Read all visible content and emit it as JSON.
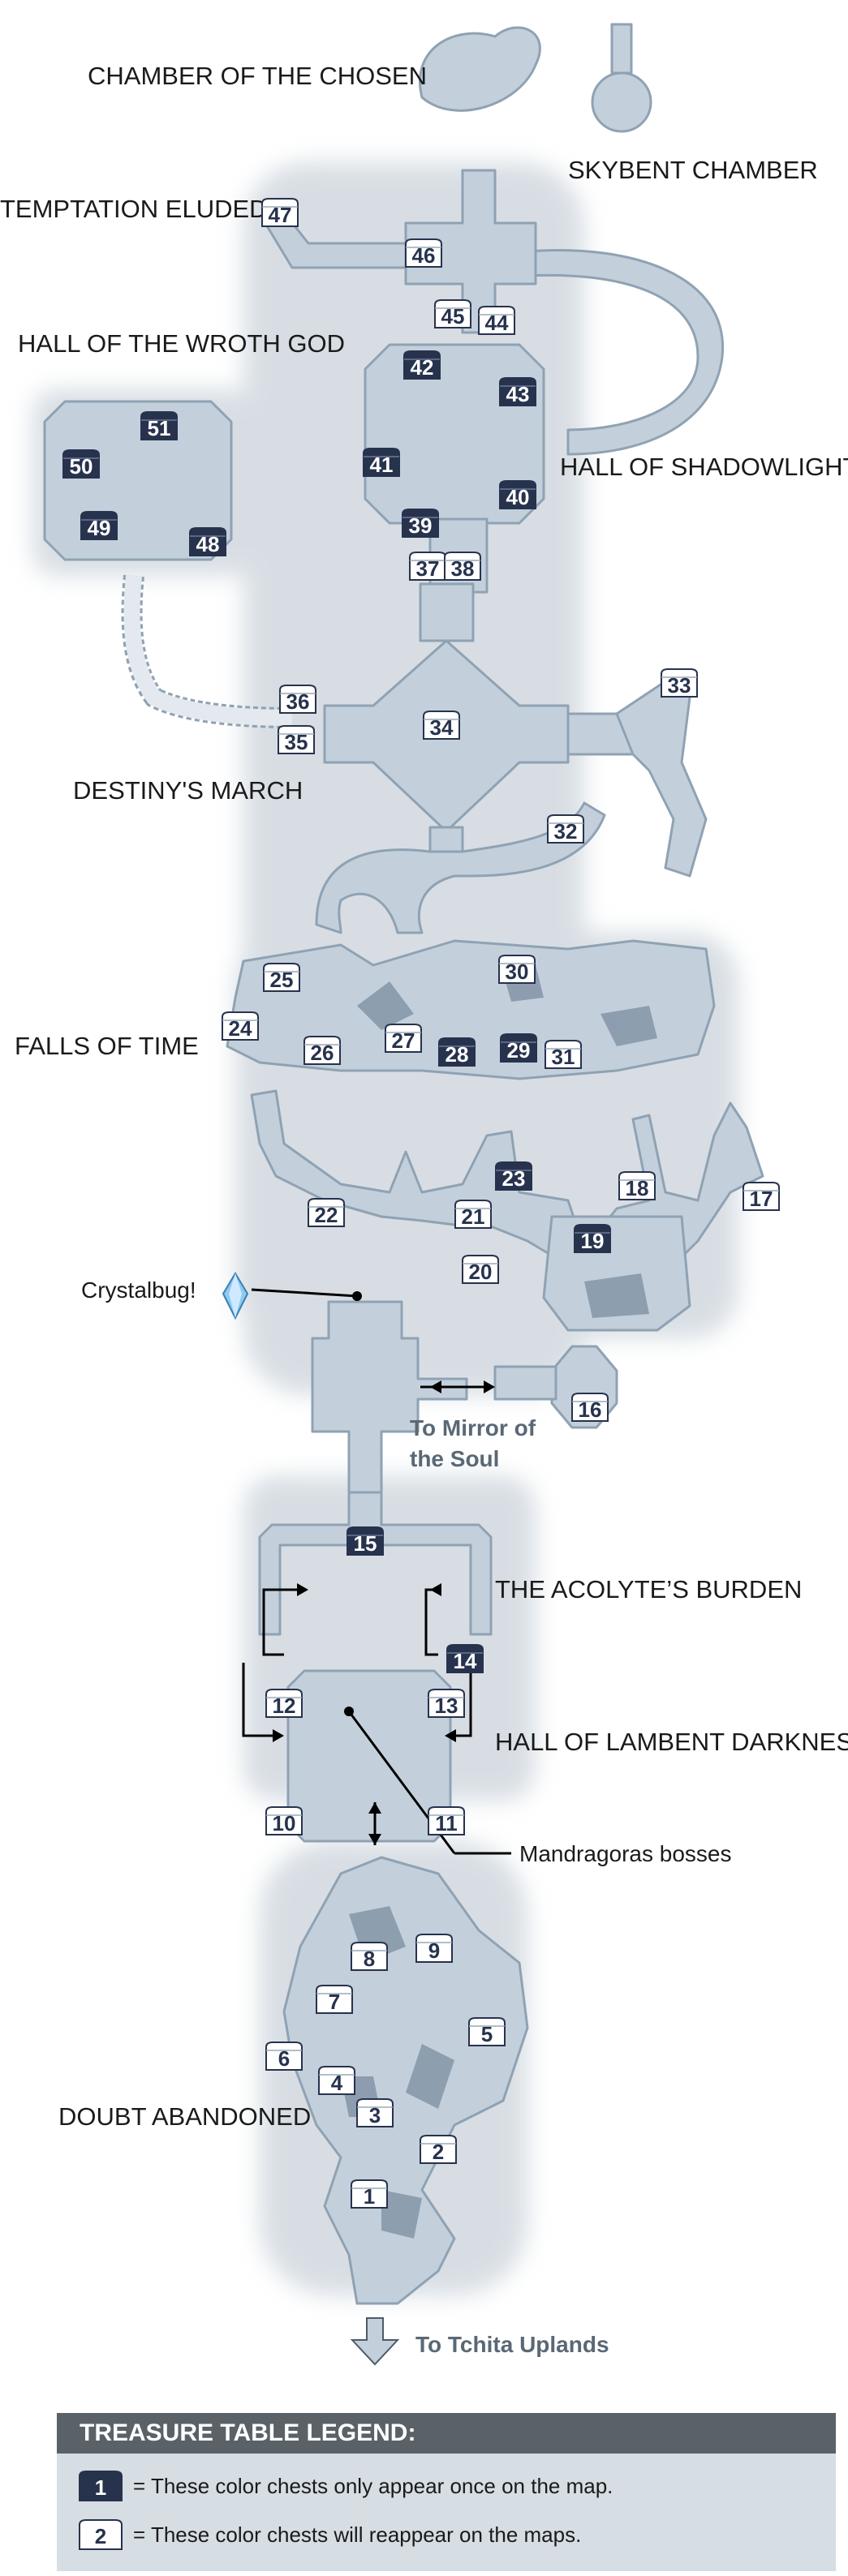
{
  "areas": {
    "chamber_chosen": "CHAMBER OF THE CHOSEN",
    "skybent": "SKYBENT CHAMBER",
    "temptation": "TEMPTATION ELUDED",
    "wroth_god": "HALL OF THE WROTH GOD",
    "shadowlight": "HALL OF SHADOWLIGHT",
    "destiny": "DESTINY'S MARCH",
    "falls": "FALLS OF TIME",
    "acolyte": "THE ACOLYTE’S BURDEN",
    "lambent": "HALL OF LAMBENT DARKNESS",
    "doubt": "DOUBT ABANDONED"
  },
  "notes": {
    "crystalbug": "Crystalbug!",
    "mirror_line1": "To Mirror of",
    "mirror_line2": "the Soul",
    "mandragoras": "Mandragoras bosses",
    "tchita": "To Tchita Uplands"
  },
  "legend": {
    "title": "TREASURE TABLE LEGEND:",
    "dark_sample": "1",
    "dark_text": "= These color chests only appear once on the map.",
    "light_sample": "2",
    "light_text": "= These color chests will reappear on the maps."
  },
  "chests": [
    {
      "n": "1",
      "type": "light"
    },
    {
      "n": "2",
      "type": "light"
    },
    {
      "n": "3",
      "type": "light"
    },
    {
      "n": "4",
      "type": "light"
    },
    {
      "n": "5",
      "type": "light"
    },
    {
      "n": "6",
      "type": "light"
    },
    {
      "n": "7",
      "type": "light"
    },
    {
      "n": "8",
      "type": "light"
    },
    {
      "n": "9",
      "type": "light"
    },
    {
      "n": "10",
      "type": "light"
    },
    {
      "n": "11",
      "type": "light"
    },
    {
      "n": "12",
      "type": "light"
    },
    {
      "n": "13",
      "type": "light"
    },
    {
      "n": "14",
      "type": "dark"
    },
    {
      "n": "15",
      "type": "dark"
    },
    {
      "n": "16",
      "type": "light"
    },
    {
      "n": "17",
      "type": "light"
    },
    {
      "n": "18",
      "type": "light"
    },
    {
      "n": "19",
      "type": "dark"
    },
    {
      "n": "20",
      "type": "light"
    },
    {
      "n": "21",
      "type": "light"
    },
    {
      "n": "22",
      "type": "light"
    },
    {
      "n": "23",
      "type": "dark"
    },
    {
      "n": "24",
      "type": "light"
    },
    {
      "n": "25",
      "type": "light"
    },
    {
      "n": "26",
      "type": "light"
    },
    {
      "n": "27",
      "type": "light"
    },
    {
      "n": "28",
      "type": "dark"
    },
    {
      "n": "29",
      "type": "dark"
    },
    {
      "n": "30",
      "type": "light"
    },
    {
      "n": "31",
      "type": "light"
    },
    {
      "n": "32",
      "type": "light"
    },
    {
      "n": "33",
      "type": "light"
    },
    {
      "n": "34",
      "type": "light"
    },
    {
      "n": "35",
      "type": "light"
    },
    {
      "n": "36",
      "type": "light"
    },
    {
      "n": "37",
      "type": "light"
    },
    {
      "n": "38",
      "type": "light"
    },
    {
      "n": "39",
      "type": "dark"
    },
    {
      "n": "40",
      "type": "dark"
    },
    {
      "n": "41",
      "type": "dark"
    },
    {
      "n": "42",
      "type": "dark"
    },
    {
      "n": "43",
      "type": "dark"
    },
    {
      "n": "44",
      "type": "light"
    },
    {
      "n": "45",
      "type": "light"
    },
    {
      "n": "46",
      "type": "light"
    },
    {
      "n": "47",
      "type": "light"
    },
    {
      "n": "48",
      "type": "dark"
    },
    {
      "n": "49",
      "type": "dark"
    },
    {
      "n": "50",
      "type": "dark"
    },
    {
      "n": "51",
      "type": "dark"
    }
  ],
  "colors": {
    "floor": "#c3d0dc",
    "floor_edge": "#8fa2b3",
    "wall_dark": "#6f8295",
    "chest_dark": "#27324d",
    "chest_light": "#ffffff"
  }
}
